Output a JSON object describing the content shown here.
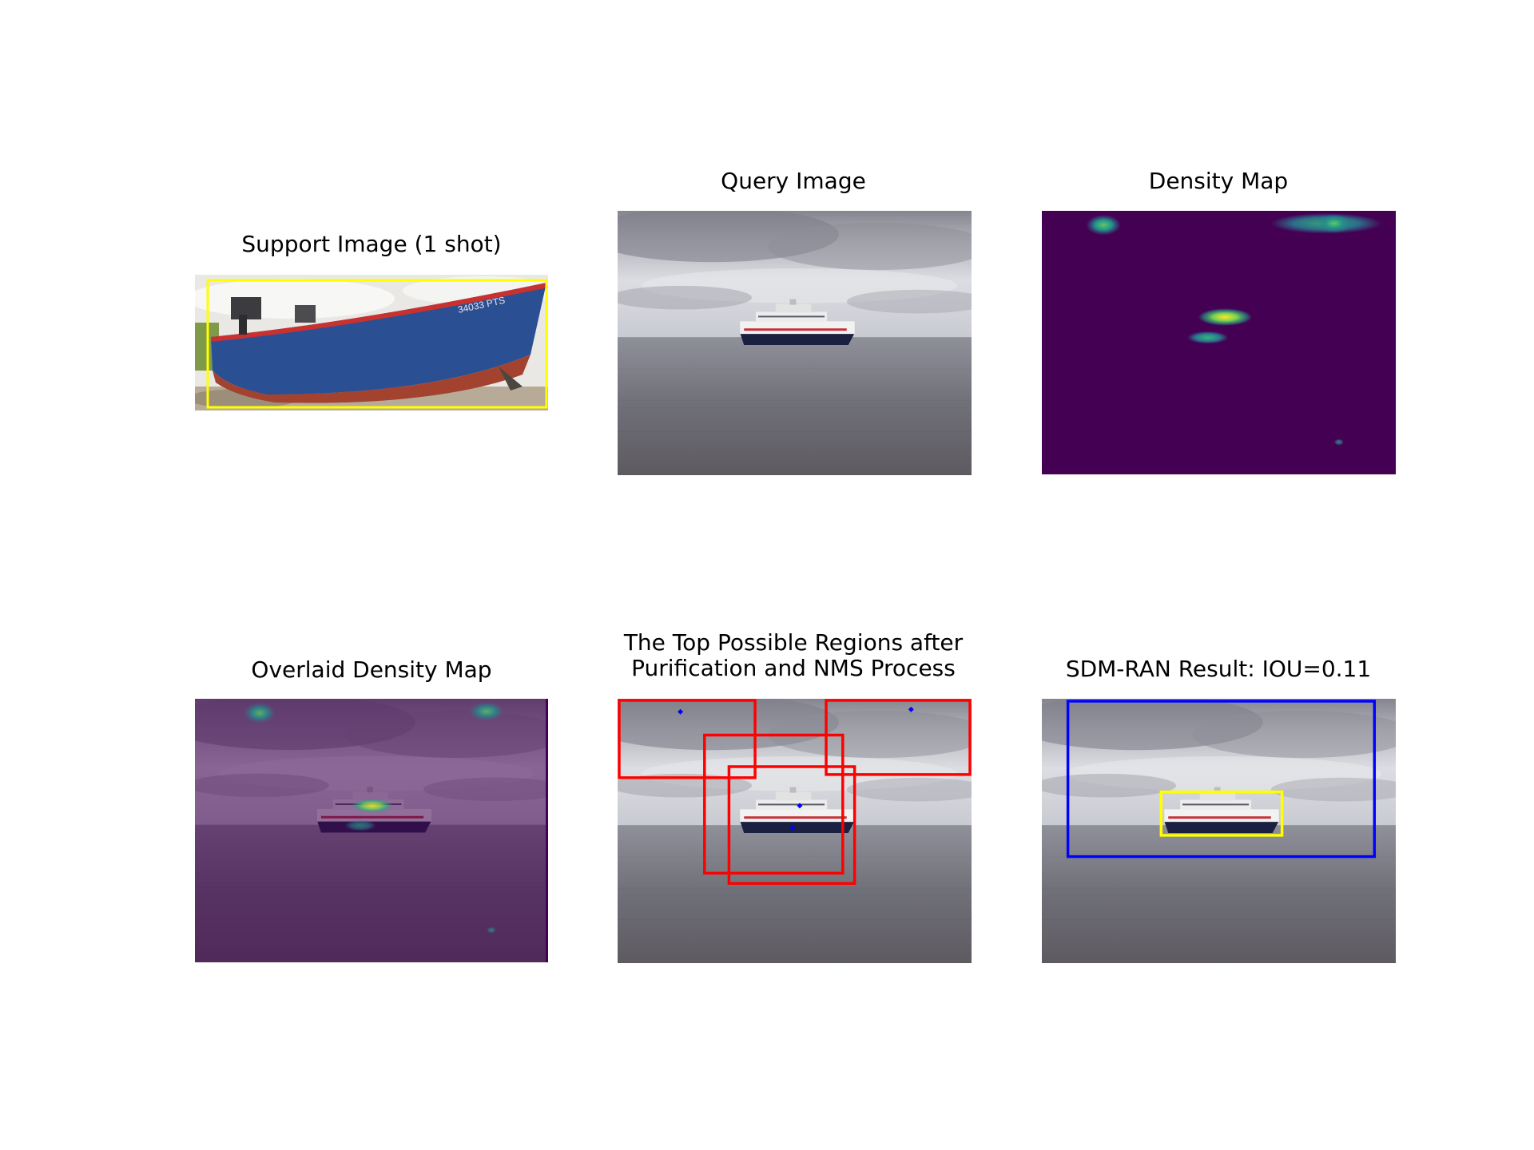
{
  "figure": {
    "panels": [
      {
        "id": "support",
        "title": "Support Image (1 shot)",
        "hull_text": "34033 PTS"
      },
      {
        "id": "query",
        "title": "Query Image"
      },
      {
        "id": "density",
        "title": "Density Map"
      },
      {
        "id": "overlay",
        "title": "Overlaid Density Map"
      },
      {
        "id": "regions",
        "title": "The Top Possible Regions after\nPurification and NMS Process"
      },
      {
        "id": "result",
        "title": "SDM-RAN Result: IOU=0.11"
      }
    ]
  },
  "colors": {
    "support_box": "#ffff00",
    "region_box": "#ff0000",
    "region_point": "#0000ff",
    "pred_box": "#0000ff",
    "gt_box": "#ffff00",
    "density_bg": "#440154",
    "density_mid": "#21918c",
    "density_high": "#5ec962",
    "density_peak": "#fde725"
  }
}
